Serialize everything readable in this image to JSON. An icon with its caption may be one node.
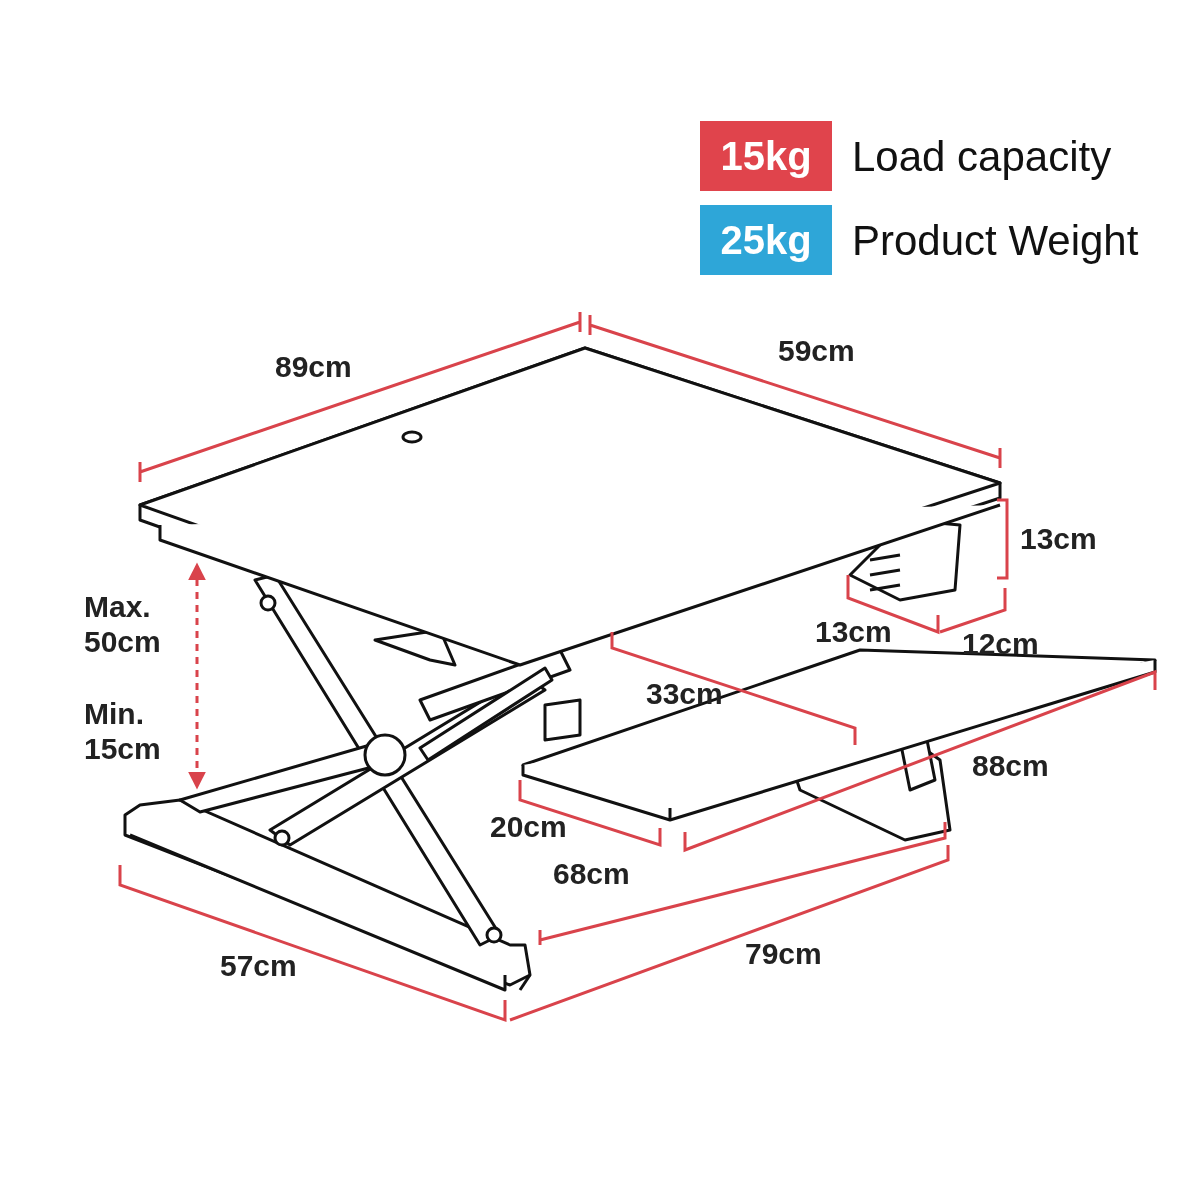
{
  "diagram": {
    "labels": [
      "15kg",
      "Load capacity",
      "25kg",
      "Product Weight",
      "89cm",
      "59cm",
      "13cm",
      "Max. 50cm",
      "Min. 15cm",
      "13cm",
      "12cm",
      "33cm",
      "88cm",
      "20cm",
      "68cm",
      "57cm",
      "79cm"
    ]
  }
}
